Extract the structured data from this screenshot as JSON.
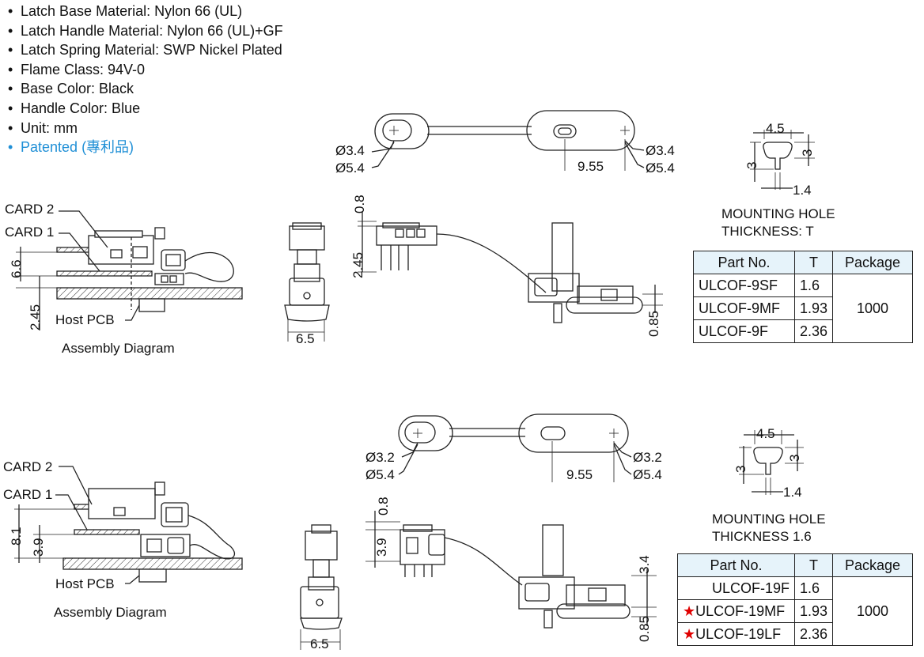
{
  "specs": [
    "Latch Base Material: Nylon 66 (UL)",
    "Latch Handle Material: Nylon 66 (UL)+GF",
    "Latch Spring Material: SWP Nickel Plated",
    "Flame Class: 94V-0",
    "Base Color: Black",
    "Handle Color: Blue",
    "Unit: mm",
    "Patented (專利品)"
  ],
  "bullet": "•",
  "colors": {
    "accent": "#1f8fd6",
    "star": "#e00000",
    "table_header": "#e6f3fa"
  },
  "top": {
    "card2": "CARD 2",
    "card1": "CARD 1",
    "host_pcb": "Host PCB",
    "assembly": "Assembly Diagram",
    "dim_66": "6.6",
    "dim_245_left": "2.45",
    "dim_08": "0.8",
    "dim_245_mid": "2.45",
    "dim_65": "6.5",
    "dim_085": "0.85",
    "hole_l1": "Ø3.4",
    "hole_l2": "Ø5.4",
    "hole_r1": "Ø3.4",
    "hole_r2": "Ø5.4",
    "pitch": "9.55",
    "mh_w": "4.5",
    "mh_h1": "3",
    "mh_h2": "3",
    "mh_s": "1.4",
    "mh_label1": "MOUNTING HOLE",
    "mh_label2": "THICKNESS: T",
    "table": {
      "headers": [
        "Part No.",
        "T",
        "Package"
      ],
      "rows": [
        {
          "part": "ULCOF-9SF",
          "t": "1.6",
          "star": false
        },
        {
          "part": "ULCOF-9MF",
          "t": "1.93",
          "star": false
        },
        {
          "part": "ULCOF-9F",
          "t": "2.36",
          "star": false
        }
      ],
      "package": "1000"
    }
  },
  "bottom": {
    "card2": "CARD 2",
    "card1": "CARD 1",
    "host_pcb": "Host PCB",
    "assembly": "Assembly Diagram",
    "dim_81": "8.1",
    "dim_39_left": "3.9",
    "dim_08": "0.8",
    "dim_39_mid": "3.9",
    "dim_65": "6.5",
    "dim_34": "3.4",
    "dim_085": "0.85",
    "hole_l1": "Ø3.2",
    "hole_l2": "Ø5.4",
    "hole_r1": "Ø3.2",
    "hole_r2": "Ø5.4",
    "pitch": "9.55",
    "mh_w": "4.5",
    "mh_h1": "3",
    "mh_h2": "3",
    "mh_s": "1.4",
    "mh_label1": "MOUNTING HOLE",
    "mh_label2": "THICKNESS 1.6",
    "table": {
      "headers": [
        "Part No.",
        "T",
        "Package"
      ],
      "rows": [
        {
          "part": "ULCOF-19F",
          "t": "1.6",
          "star": false
        },
        {
          "part": "ULCOF-19MF",
          "t": "1.93",
          "star": true
        },
        {
          "part": "ULCOF-19LF",
          "t": "2.36",
          "star": true
        }
      ],
      "package": "1000"
    }
  },
  "star_glyph": "★"
}
